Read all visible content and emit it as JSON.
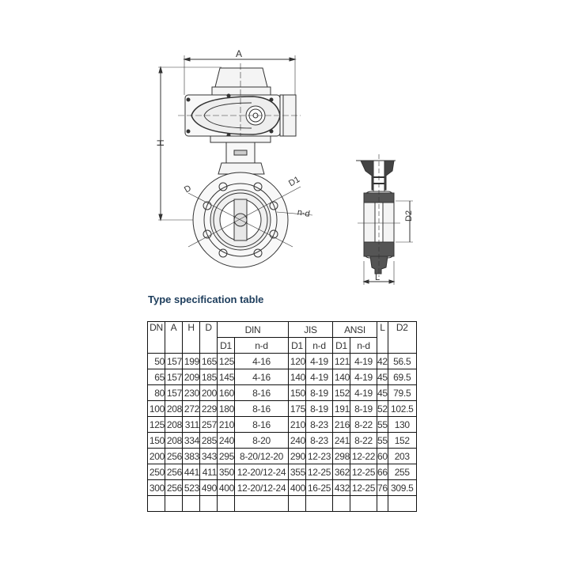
{
  "drawing": {
    "labels": {
      "A": "A",
      "H": "H",
      "D": "D",
      "D1": "D1",
      "nd": "n-d",
      "D2": "D2",
      "L": "L"
    }
  },
  "title": "Type specification table",
  "table": {
    "headers": {
      "DN": "DN",
      "A": "A",
      "H": "H",
      "D": "D",
      "DIN": "DIN",
      "JIS": "JIS",
      "ANSI": "ANSI",
      "L": "L",
      "D2": "D2",
      "D1": "D1",
      "nd": "n-d"
    },
    "rows": [
      [
        "50",
        "157",
        "199",
        "165",
        "125",
        "4-16",
        "120",
        "4-19",
        "121",
        "4-19",
        "42",
        "56.5"
      ],
      [
        "65",
        "157",
        "209",
        "185",
        "145",
        "4-16",
        "140",
        "4-19",
        "140",
        "4-19",
        "45",
        "69.5"
      ],
      [
        "80",
        "157",
        "230",
        "200",
        "160",
        "8-16",
        "150",
        "8-19",
        "152",
        "4-19",
        "45",
        "79.5"
      ],
      [
        "100",
        "208",
        "272",
        "229",
        "180",
        "8-16",
        "175",
        "8-19",
        "191",
        "8-19",
        "52",
        "102.5"
      ],
      [
        "125",
        "208",
        "311",
        "257",
        "210",
        "8-16",
        "210",
        "8-23",
        "216",
        "8-22",
        "55",
        "130"
      ],
      [
        "150",
        "208",
        "334",
        "285",
        "240",
        "8-20",
        "240",
        "8-23",
        "241",
        "8-22",
        "55",
        "152"
      ],
      [
        "200",
        "256",
        "383",
        "343",
        "295",
        "8-20/12-20",
        "290",
        "12-23",
        "298",
        "12-22",
        "60",
        "203"
      ],
      [
        "250",
        "256",
        "441",
        "411",
        "350",
        "12-20/12-24",
        "355",
        "12-25",
        "362",
        "12-25",
        "66",
        "255"
      ],
      [
        "300",
        "256",
        "523",
        "490",
        "400",
        "12-20/12-24",
        "400",
        "16-25",
        "432",
        "12-25",
        "76",
        "309.5"
      ]
    ]
  }
}
